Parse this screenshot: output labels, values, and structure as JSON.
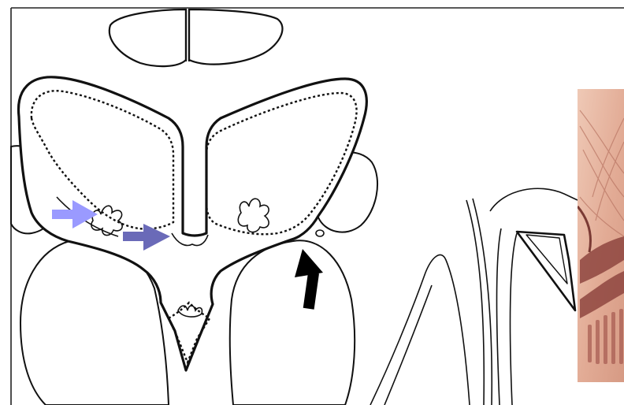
{
  "figure": {
    "background_color": "#ffffff",
    "outline_color": "#000000",
    "photo_tissue_colors": [
      "#e8b9a4",
      "#c98672",
      "#9a4f45"
    ]
  },
  "annotations": {
    "arrows": [
      {
        "id": "arrow-light-lavender",
        "color": "#9a9aff",
        "direction": "right"
      },
      {
        "id": "arrow-slate-purple",
        "color": "#6a6ab8",
        "direction": "right"
      },
      {
        "id": "arrow-black",
        "color": "#000000",
        "direction": "up"
      }
    ]
  }
}
